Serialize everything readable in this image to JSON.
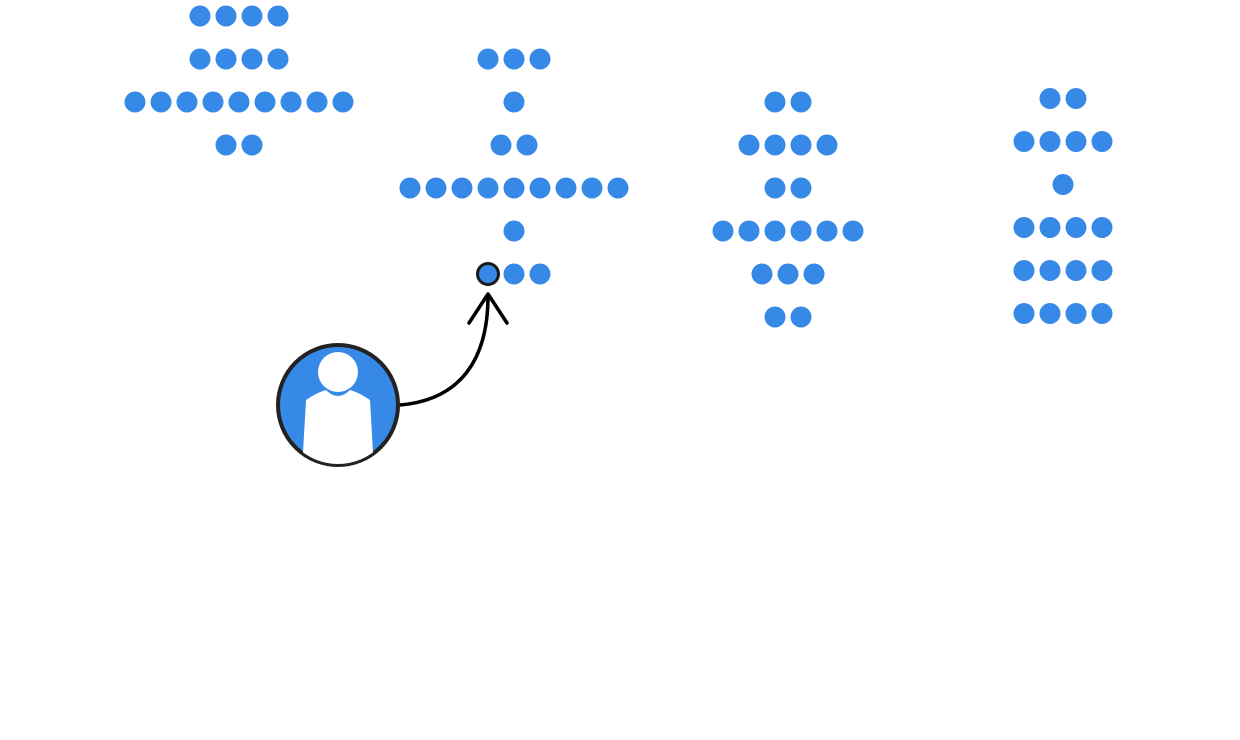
{
  "colors": {
    "dot": "#3689E6",
    "outline": "#1a1a1a",
    "background": "#ffffff"
  },
  "diagram": {
    "groups": [
      {
        "name": "group-1",
        "rows": [
          4,
          4,
          9,
          2
        ]
      },
      {
        "name": "group-2",
        "rows": [
          3,
          1,
          2,
          9,
          1,
          3
        ]
      },
      {
        "name": "group-3",
        "rows": [
          2,
          4,
          2,
          6,
          3,
          2
        ]
      },
      {
        "name": "group-4",
        "rows": [
          2,
          4,
          1,
          4,
          4,
          4
        ]
      }
    ],
    "highlight": {
      "group": 2,
      "row": 6,
      "index": 1
    },
    "actor_icon": "user-avatar-icon",
    "connector": "curved-arrow"
  }
}
